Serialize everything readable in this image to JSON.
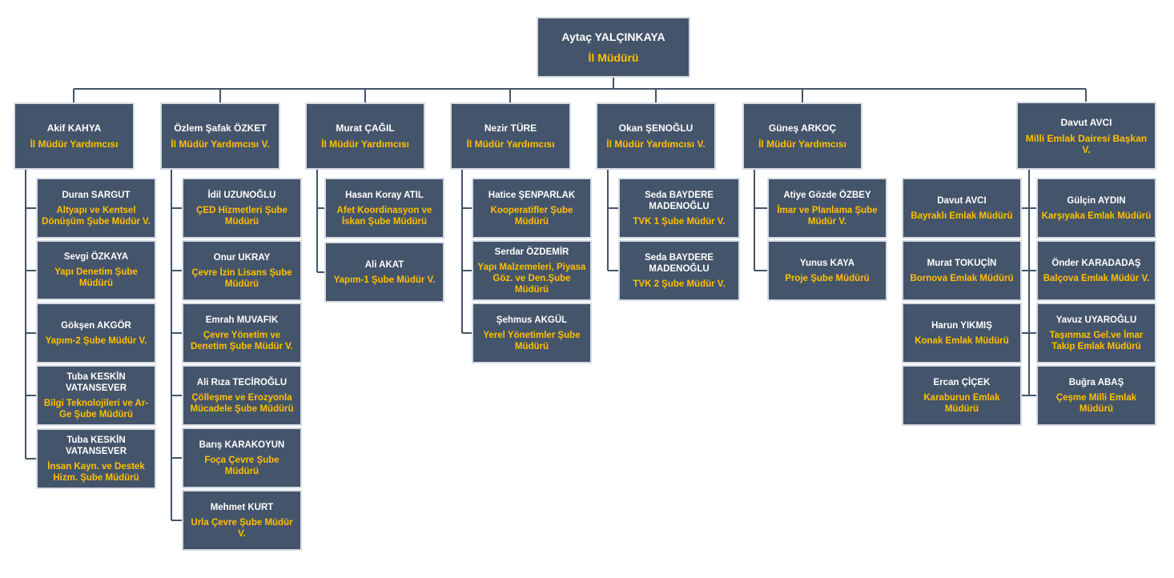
{
  "colors": {
    "box_fill": "#44546a",
    "box_border": "#d6dce5",
    "name_text": "#ffffff",
    "title_text": "#ffc000",
    "connector": "#44546a"
  },
  "root": {
    "name": "Aytaç YALÇINKAYA",
    "title": "İl Müdürü"
  },
  "branches": [
    {
      "name": "Akif KAHYA",
      "title": "İl Müdür Yardımcısı",
      "children": [
        {
          "name": "Duran SARGUT",
          "title": "Altyapı ve Kentsel Dönüşüm Şube Müdür V."
        },
        {
          "name": "Sevgi ÖZKAYA",
          "title": "Yapı Denetim Şube Müdürü"
        },
        {
          "name": "Gökşen AKGÖR",
          "title": "Yapım-2 Şube Müdür V."
        },
        {
          "name": "Tuba KESKİN VATANSEVER",
          "title": "Bilgi Teknolojileri ve Ar-Ge Şube Müdürü"
        },
        {
          "name": "Tuba KESKİN VATANSEVER",
          "title": "İnsan Kayn. ve Destek Hizm. Şube Müdürü"
        }
      ]
    },
    {
      "name": "Özlem Şafak ÖZKET",
      "title": "İl Müdür Yardımcısı V.",
      "children": [
        {
          "name": "İdil UZUNOĞLU",
          "title": "ÇED Hizmetleri Şube Müdürü"
        },
        {
          "name": "Onur UKRAY",
          "title": "Çevre İzin Lisans Şube Müdürü"
        },
        {
          "name": "Emrah MUVAFIK",
          "title": "Çevre Yönetim ve Denetim Şube Müdür V."
        },
        {
          "name": "Ali Rıza TECİROĞLU",
          "title": "Çölleşme ve Erozyonla Mücadele Şube Müdürü"
        },
        {
          "name": "Barış KARAKOYUN",
          "title": "Foça Çevre Şube Müdürü"
        },
        {
          "name": "Mehmet KURT",
          "title": "Urla Çevre Şube Müdür V."
        }
      ]
    },
    {
      "name": "Murat ÇAĞIL",
      "title": "İl Müdür Yardımcısı",
      "children": [
        {
          "name": "Hasan Koray ATIL",
          "title": "Afet Koordinasyon ve İskan Şube Müdürü"
        },
        {
          "name": "Ali AKAT",
          "title": "Yapım-1 Şube Müdür V."
        }
      ]
    },
    {
      "name": "Nezir TÜRE",
      "title": "İl Müdür Yardımcısı",
      "children": [
        {
          "name": "Hatice ŞENPARLAK",
          "title": "Kooperatifler Şube Müdürü"
        },
        {
          "name": "Serdar ÖZDEMİR",
          "title": "Yapı Malzemeleri, Piyasa Göz. ve Den.Şube Müdürü"
        },
        {
          "name": "Şehmus AKGÜL",
          "title": "Yerel Yönetimler Şube Müdürü"
        }
      ]
    },
    {
      "name": "Okan ŞENOĞLU",
      "title": "İl Müdür Yardımcısı V.",
      "children": [
        {
          "name": "Seda BAYDERE MADENOĞLU",
          "title": "TVK 1 Şube Müdür V."
        },
        {
          "name": "Seda BAYDERE MADENOĞLU",
          "title": "TVK 2 Şube Müdür V."
        }
      ]
    },
    {
      "name": "Güneş ARKOÇ",
      "title": "İl Müdür Yardımcısı",
      "children": [
        {
          "name": "Atiye Gözde ÖZBEY",
          "title": "İmar ve Planlama Şube Müdür V."
        },
        {
          "name": "Yunus KAYA",
          "title": "Proje Şube Müdürü"
        }
      ]
    },
    {
      "name": "Davut AVCI",
      "title": "Milli Emlak Dairesi Başkan V.",
      "children": [
        {
          "name": "Davut AVCI",
          "title": "Bayraklı Emlak Müdürü"
        },
        {
          "name": "Murat TOKUÇİN",
          "title": "Bornova Emlak Müdürü"
        },
        {
          "name": "Harun YIKMIŞ",
          "title": "Konak Emlak Müdürü"
        },
        {
          "name": "Ercan ÇİÇEK",
          "title": "Karaburun Emlak Müdürü"
        },
        {
          "name": "Gülçin AYDIN",
          "title": "Karşıyaka Emlak Müdürü"
        },
        {
          "name": "Önder KARADADAŞ",
          "title": "Balçova Emlak Müdür V."
        },
        {
          "name": "Yavuz UYAROĞLU",
          "title": "Taşınmaz Gel.ve İmar Takip Emlak Müdürü"
        },
        {
          "name": "Buğra ABAŞ",
          "title": "Çeşme Milli Emlak Müdürü"
        }
      ]
    }
  ]
}
